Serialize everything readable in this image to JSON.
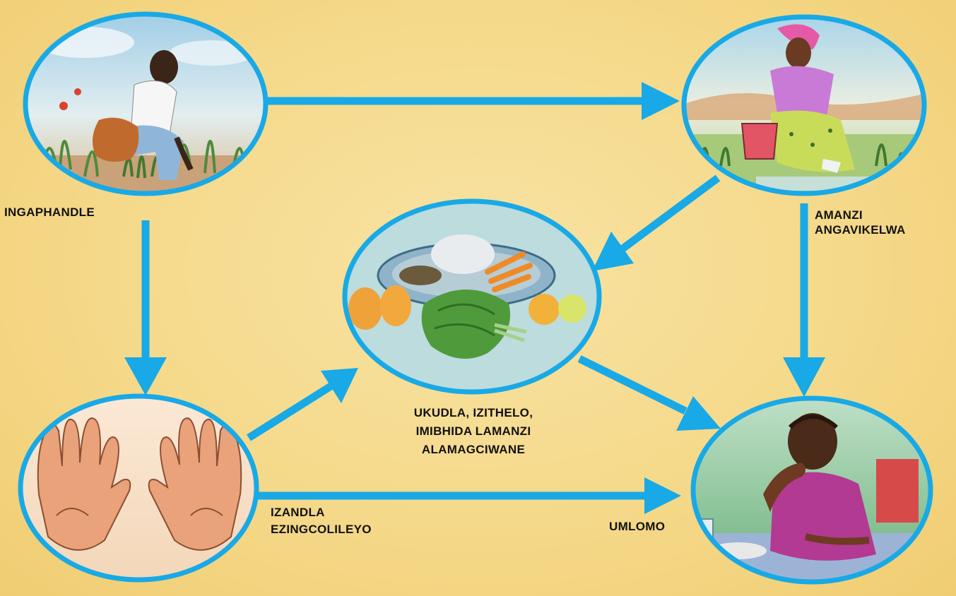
{
  "colors": {
    "background": "#f5d98a",
    "arrow": "#18a9e6",
    "ring": "#18a9e6",
    "label_text": "#111111"
  },
  "nodes": [
    {
      "id": "outdoor",
      "label": "INGAPHANDLE",
      "scene": "boy squatting among plants outdoors"
    },
    {
      "id": "water",
      "label": "AMANZI\nANGAVIKELWA",
      "scene": "woman pouring water from bucket in a field"
    },
    {
      "id": "food",
      "label": "UKUDLA, IZITHELO,\nIMIBHIDA LAMANZI\nALAMAGCIWANE",
      "scene": "plate of food with fruit and greens"
    },
    {
      "id": "hands",
      "label": "IZANDLA\nEZINGCOLILEYO",
      "scene": "pair of dirty hands"
    },
    {
      "id": "mouth",
      "label": "UMLOMO",
      "scene": "woman eating at a table"
    }
  ],
  "edges": [
    {
      "from": "outdoor",
      "to": "water"
    },
    {
      "from": "outdoor",
      "to": "hands"
    },
    {
      "from": "water",
      "to": "food"
    },
    {
      "from": "water",
      "to": "mouth"
    },
    {
      "from": "hands",
      "to": "food"
    },
    {
      "from": "hands",
      "to": "mouth"
    },
    {
      "from": "food",
      "to": "mouth"
    }
  ]
}
